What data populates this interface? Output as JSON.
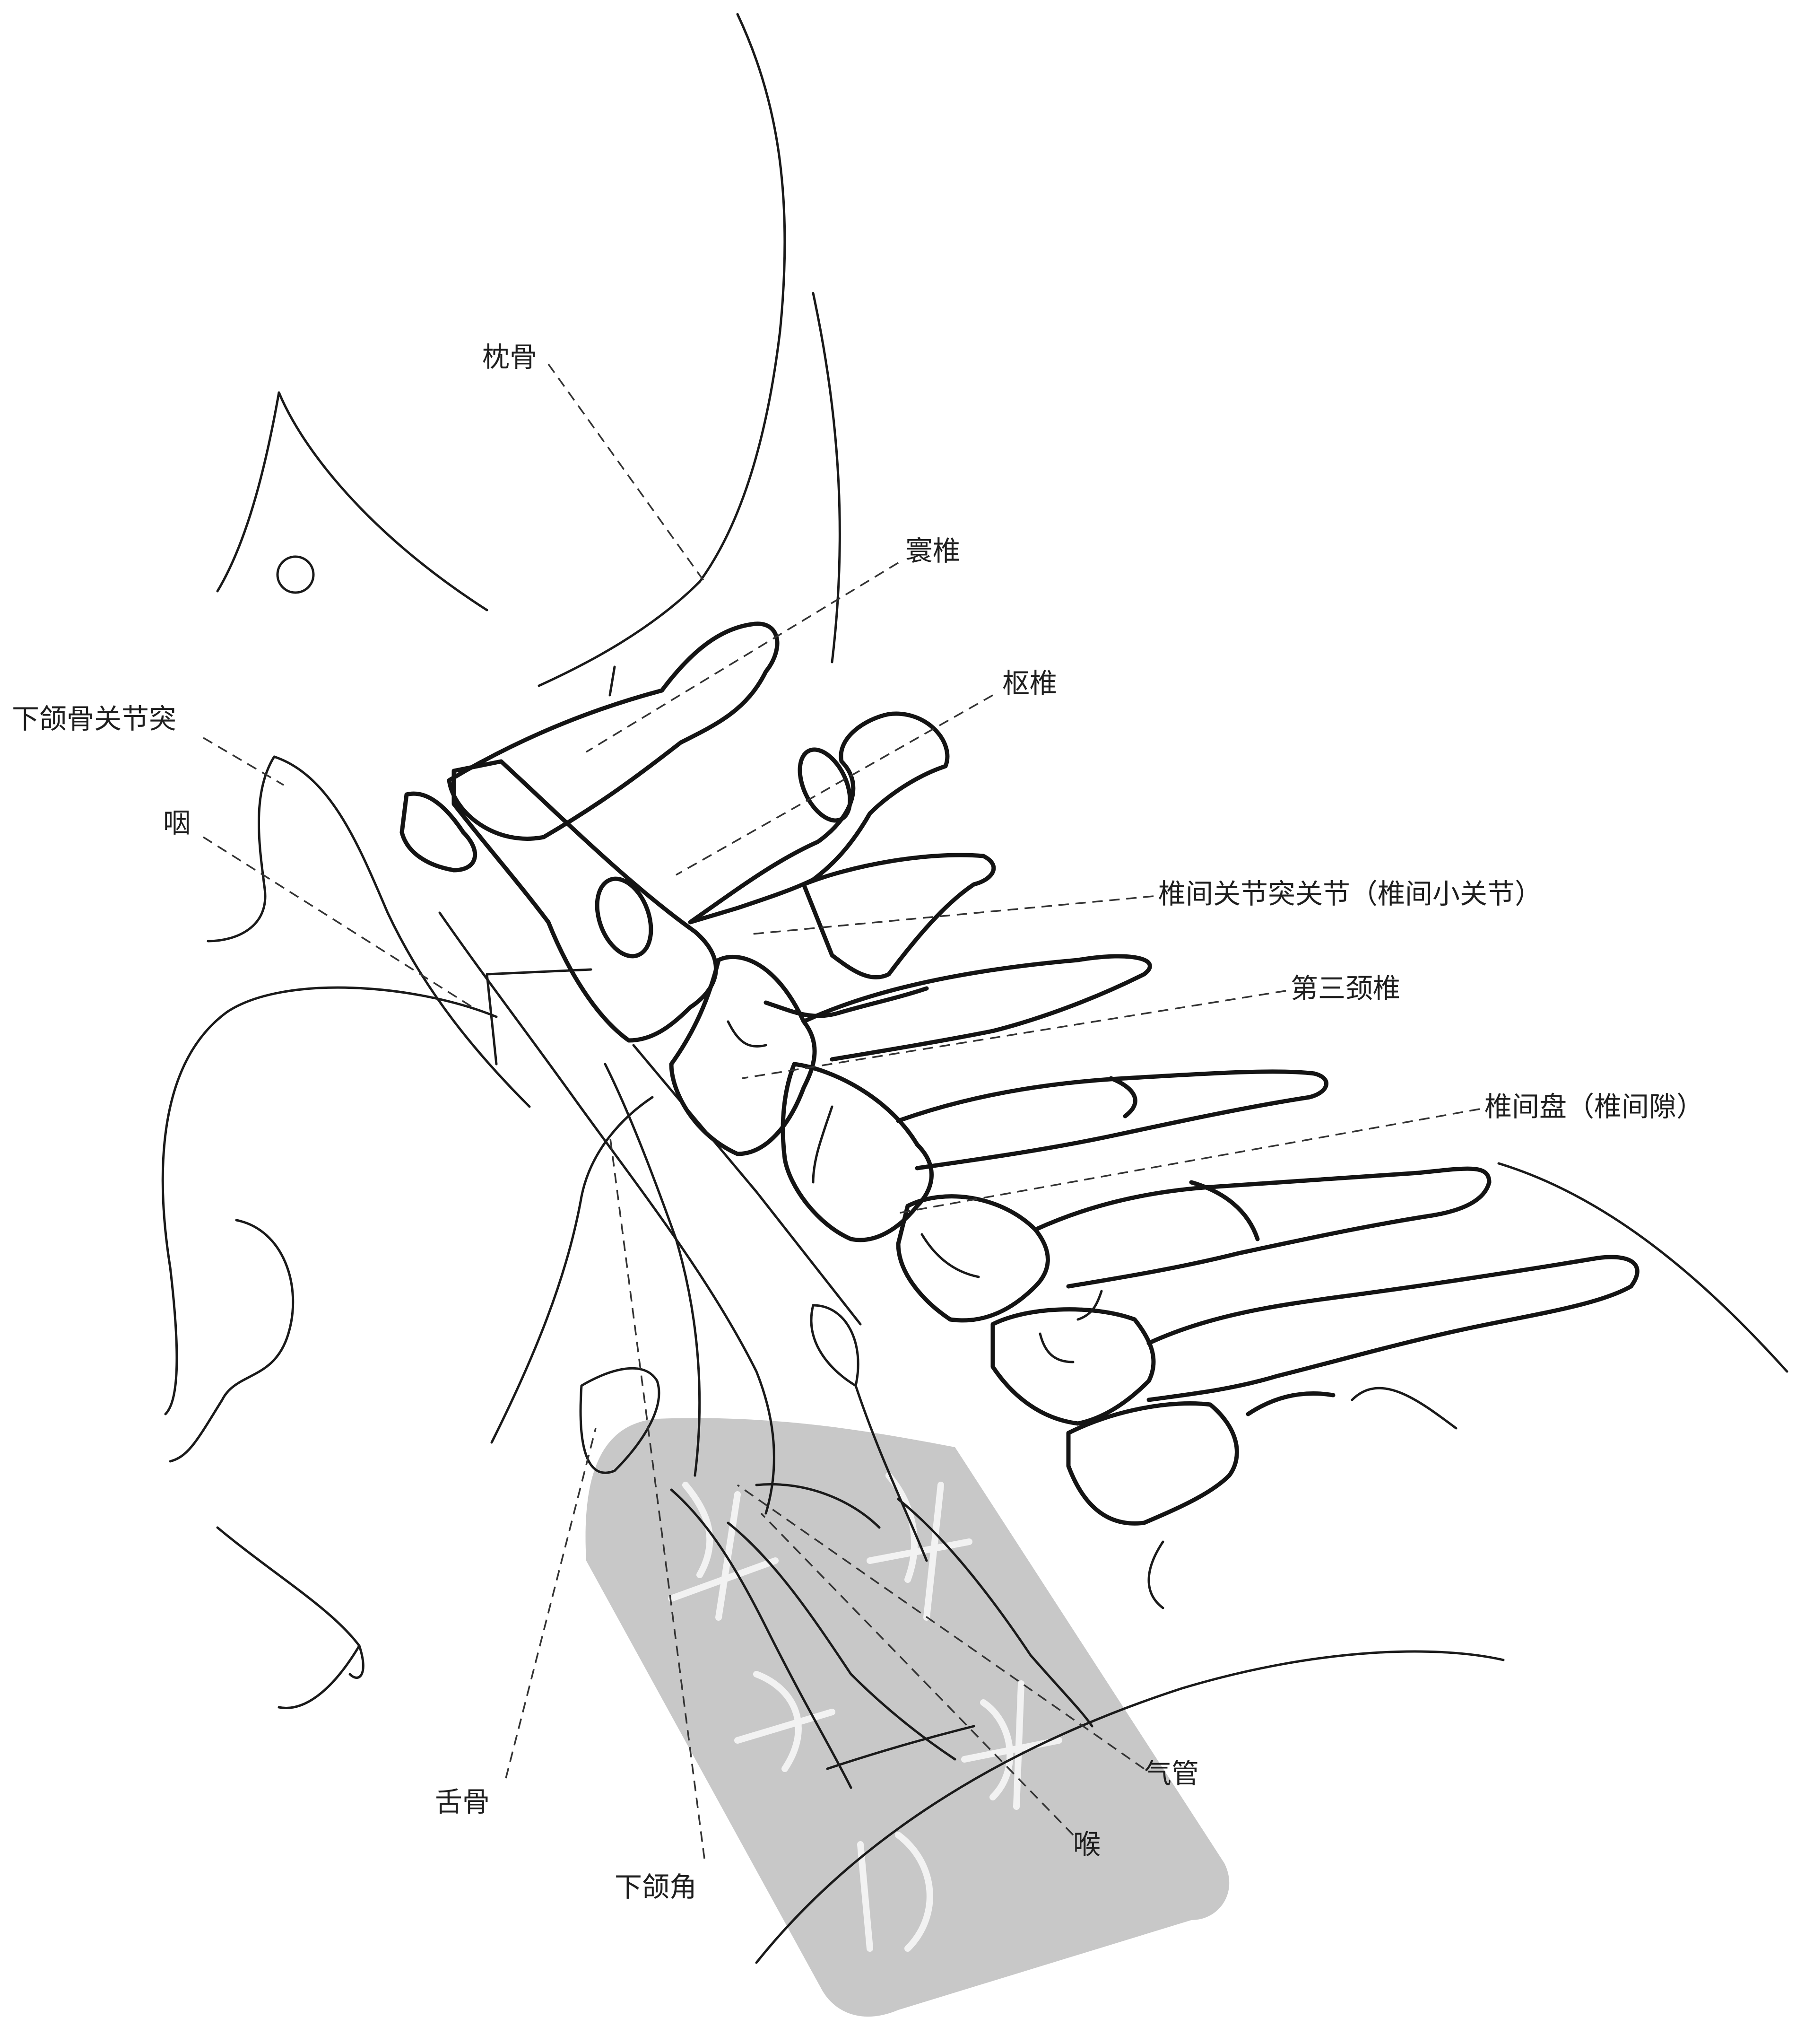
{
  "labels": {
    "occipital": "枕骨",
    "atlas": "寰椎",
    "axis": "枢椎",
    "mandible_condyle": "下颌骨关节突",
    "pharynx": "咽",
    "facet_joint": "椎间关节突关节（椎间小关节）",
    "c3": "第三颈椎",
    "disc": "椎间盘（椎间隙）",
    "trachea": "气管",
    "larynx": "喉",
    "hyoid": "舌骨",
    "mandible_angle": "下颌角"
  },
  "watermark": {
    "kind": "seal-stamp",
    "color": "#c8c8c8"
  }
}
